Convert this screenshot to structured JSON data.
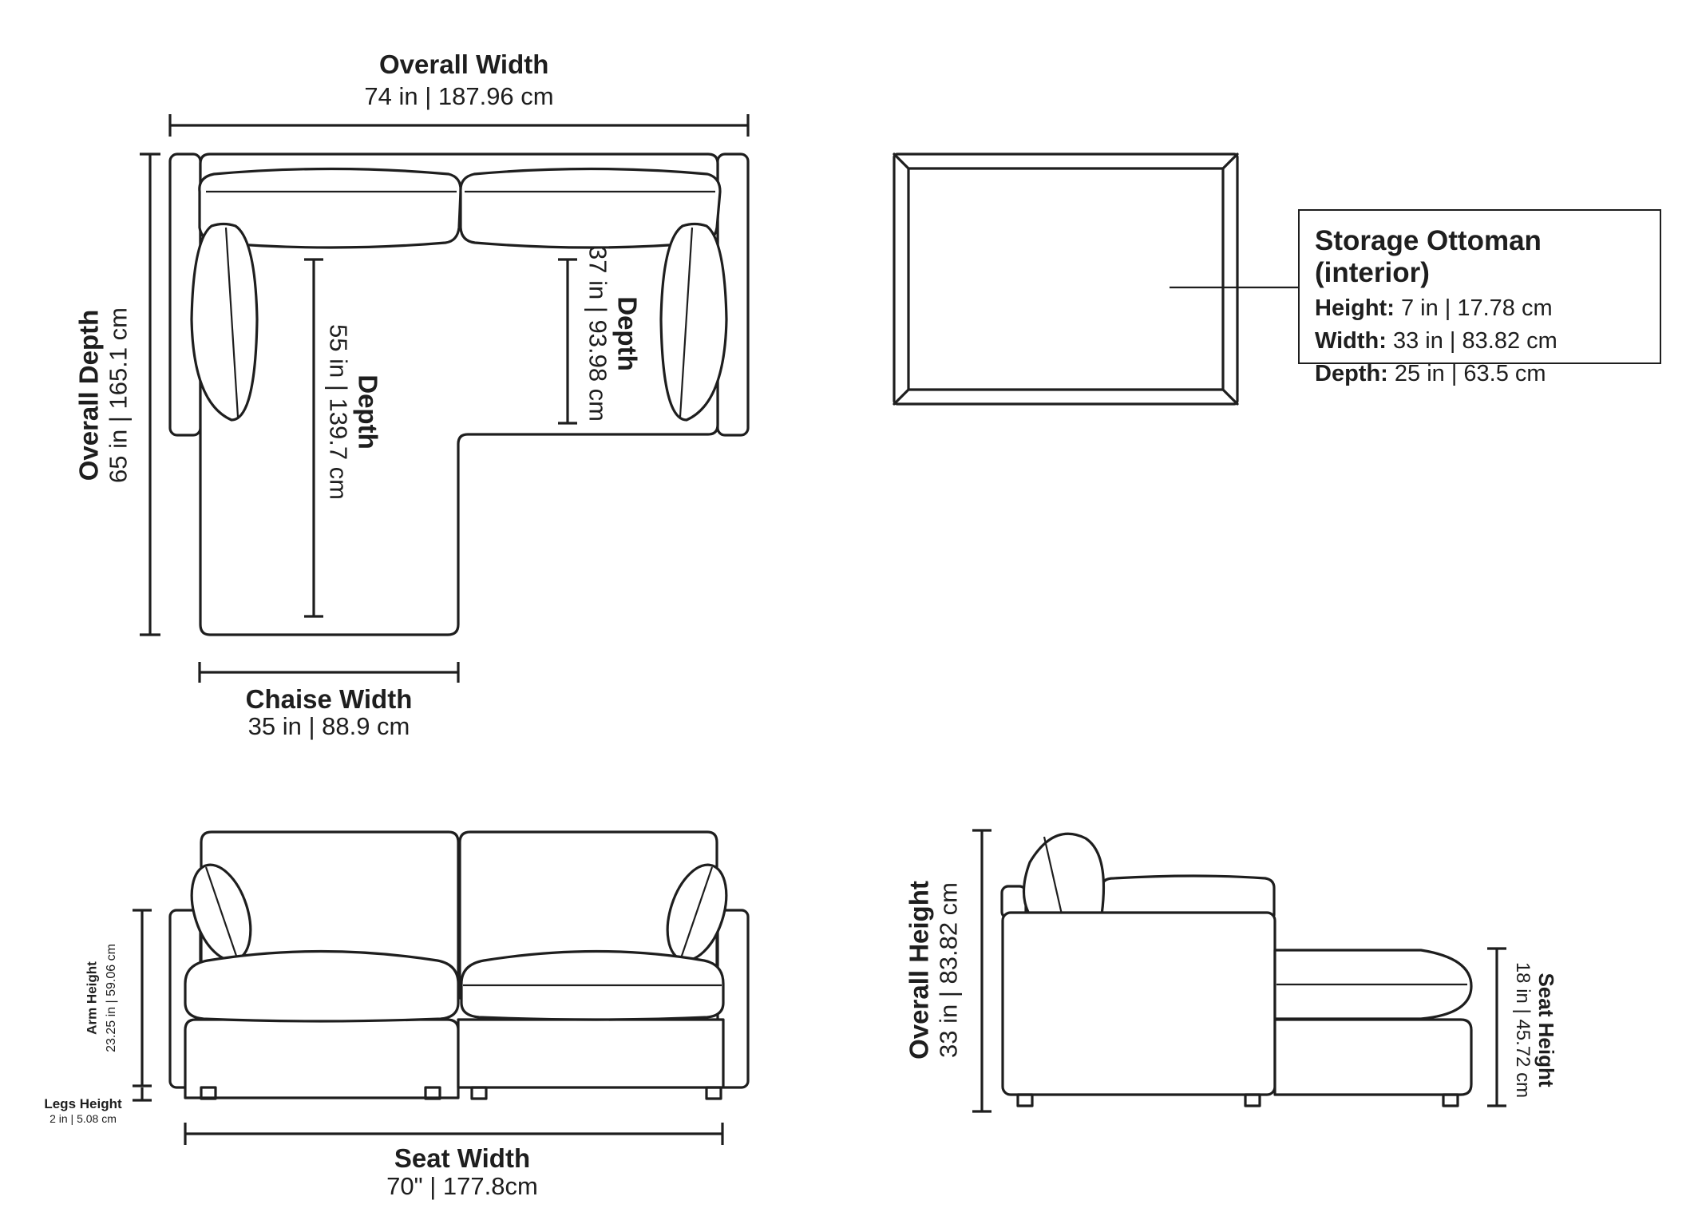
{
  "top_view": {
    "overall_width": {
      "label": "Overall Width",
      "value": "74 in | 187.96 cm"
    },
    "overall_depth": {
      "label": "Overall Depth",
      "value": "65 in | 165.1 cm"
    },
    "chaise_depth": {
      "label": "Depth",
      "value": "55 in | 139.7 cm"
    },
    "seat_depth": {
      "label": "Depth",
      "value": "37 in | 93.98 cm"
    },
    "chaise_width": {
      "label": "Chaise Width",
      "value": "35 in | 88.9 cm"
    }
  },
  "ottoman": {
    "title": "Storage Ottoman (interior)",
    "rows": [
      {
        "label": "Height:",
        "value": "7 in | 17.78 cm"
      },
      {
        "label": "Width:",
        "value": "33 in | 83.82 cm"
      },
      {
        "label": "Depth:",
        "value": "25 in | 63.5 cm"
      }
    ]
  },
  "front_view": {
    "arm_height": {
      "label": "Arm Height",
      "value": "23.25 in | 59.06 cm"
    },
    "legs_height": {
      "label": "Legs Height",
      "value": "2 in | 5.08 cm"
    },
    "seat_width": {
      "label": "Seat Width",
      "value": "70\" | 177.8cm"
    }
  },
  "side_view": {
    "overall_height": {
      "label": "Overall Height",
      "value": "33 in | 83.82 cm"
    },
    "seat_height": {
      "label": "Seat Height",
      "value": "18 in | 45.72 cm"
    }
  }
}
